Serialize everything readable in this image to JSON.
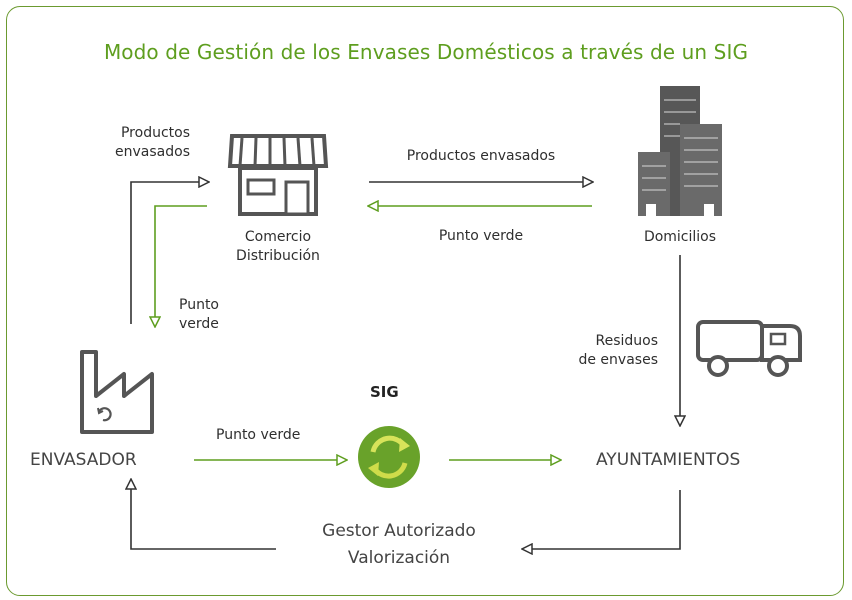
{
  "title": "Modo de Gestión de los Envases Domésticos a través de un SIG",
  "nodes": {
    "comercio": {
      "line1": "Comercio",
      "line2": "Distribución"
    },
    "domicilios": {
      "label": "Domicilios"
    },
    "envasador": {
      "label": "ENVASADOR"
    },
    "sig": {
      "label": "SIG"
    },
    "ayuntamientos": {
      "label": "AYUNTAMIENTOS"
    },
    "gestor": {
      "line1": "Gestor Autorizado",
      "line2": "Valorización"
    }
  },
  "flows": {
    "envasador_to_comercio": {
      "line1": "Productos",
      "line2": "envasados"
    },
    "comercio_to_envasador": {
      "line1": "Punto",
      "line2": "verde"
    },
    "comercio_to_domicilios": {
      "label": "Productos envasados"
    },
    "domicilios_to_comercio": {
      "label": "Punto verde"
    },
    "domicilios_to_ayuntamientos": {
      "line1": "Residuos",
      "line2": "de envases"
    },
    "envasador_to_sig": {
      "label": "Punto verde"
    }
  },
  "colors": {
    "green_accent": "#5e9e1f",
    "frame": "#6b9a2f",
    "icon_gray": "#555555",
    "arrow_dark": "#333333"
  },
  "icons": {
    "comercio": "shop-icon",
    "domicilios": "buildings-icon",
    "envasador": "factory-icon",
    "sig": "recycle-icon",
    "truck": "truck-icon"
  }
}
